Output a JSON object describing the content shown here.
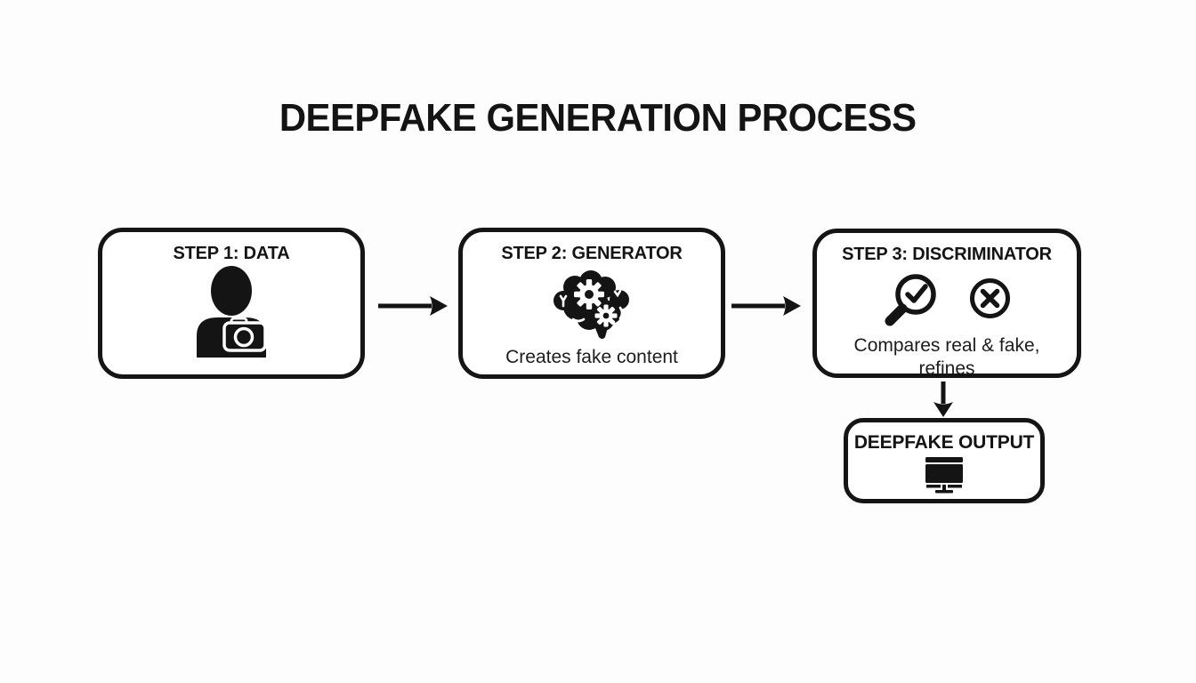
{
  "title": "DEEPFAKE GENERATION PROCESS",
  "colors": {
    "background": "#fdfdfd",
    "ink": "#141414",
    "box_background": "#ffffff"
  },
  "steps": [
    {
      "label": "STEP 1: DATA",
      "icon": "person-camera-icon"
    },
    {
      "label": "STEP 2: GENERATOR",
      "icon": "brain-gears-icon",
      "caption": "Creates fake content"
    },
    {
      "label": "STEP 3: DISCRIMINATOR",
      "icons": [
        "magnifier-check-icon",
        "cross-circle-icon"
      ],
      "caption": "Compares real & fake, refines"
    }
  ],
  "output_box": {
    "label": "DEEPFAKE OUTPUT",
    "icon": "monitor-icon"
  },
  "connectors": [
    "arrow-right-icon",
    "arrow-right-icon",
    "arrow-down-icon"
  ]
}
